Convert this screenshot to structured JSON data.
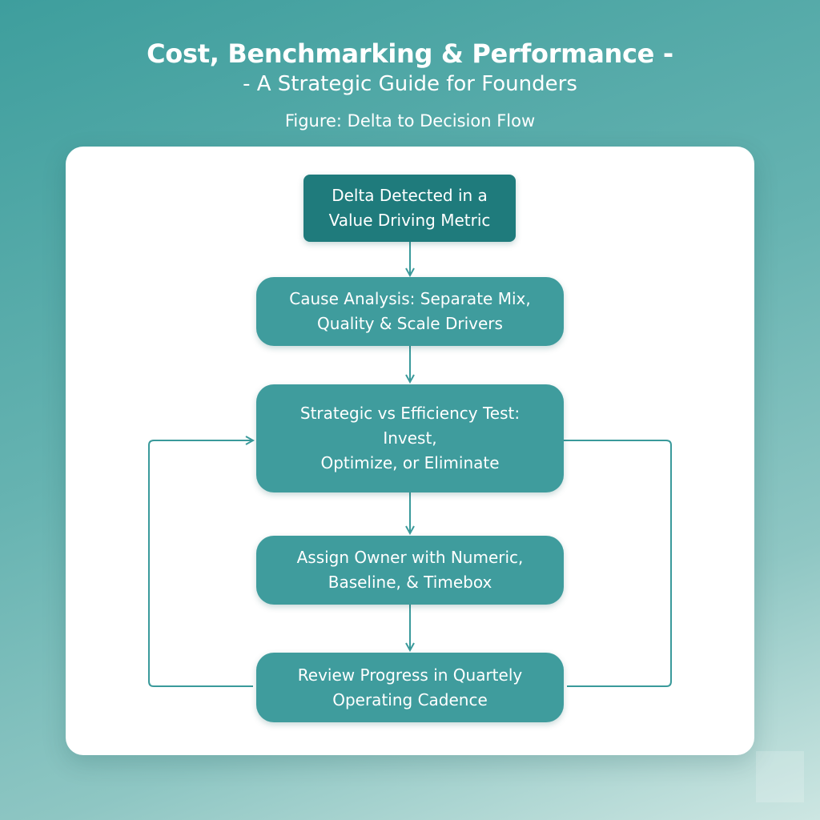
{
  "header": {
    "title": "Cost, Benchmarking & Performance -",
    "subtitle": "- A Strategic Guide for Founders",
    "caption": "Figure: Delta to Decision Flow"
  },
  "diagram": {
    "nodes": [
      {
        "id": "delta",
        "label": "Delta Detected in a\nValue Driving Metric"
      },
      {
        "id": "cause",
        "label": "Cause Analysis: Separate Mix,\nQuality & Scale Drivers"
      },
      {
        "id": "test",
        "label": "Strategic vs Efficiency Test:\nInvest,\nOptimize, or Eliminate"
      },
      {
        "id": "assign",
        "label": "Assign Owner with Numeric,\nBaseline, & Timebox"
      },
      {
        "id": "review",
        "label": "Review Progress in Quartely\nOperating Cadence"
      }
    ],
    "colors": {
      "node": "#3f9c9d",
      "start_node": "#1f7b7c",
      "connector": "#3a9a9b"
    }
  }
}
